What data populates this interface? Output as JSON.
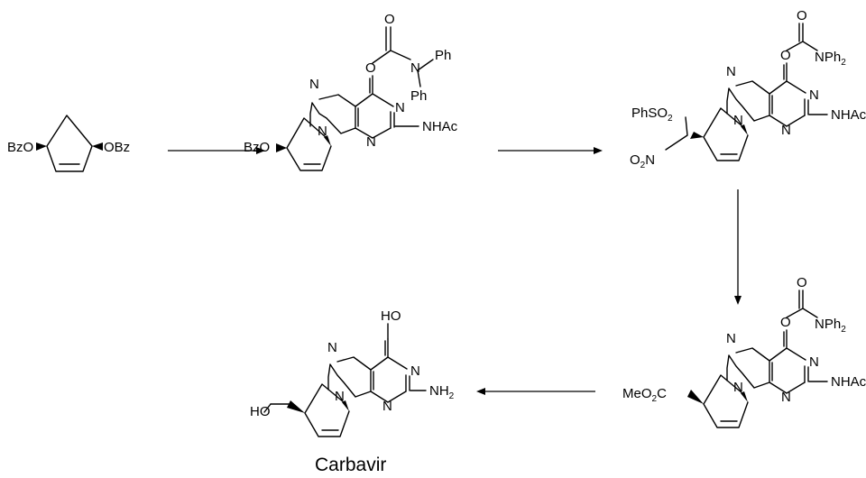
{
  "labels": {
    "obz": "OBz",
    "bzo": "BzO",
    "nhac": "NHAc",
    "n": "N",
    "o": "O",
    "ph": "Ph",
    "nph": "NPh",
    "sub2": "2",
    "phso": "PhSO",
    "o2n_o": "O",
    "meo": "MeO",
    "c": "C",
    "ho": "HO",
    "nh": "NH"
  },
  "product": {
    "name": "Carbavir"
  }
}
